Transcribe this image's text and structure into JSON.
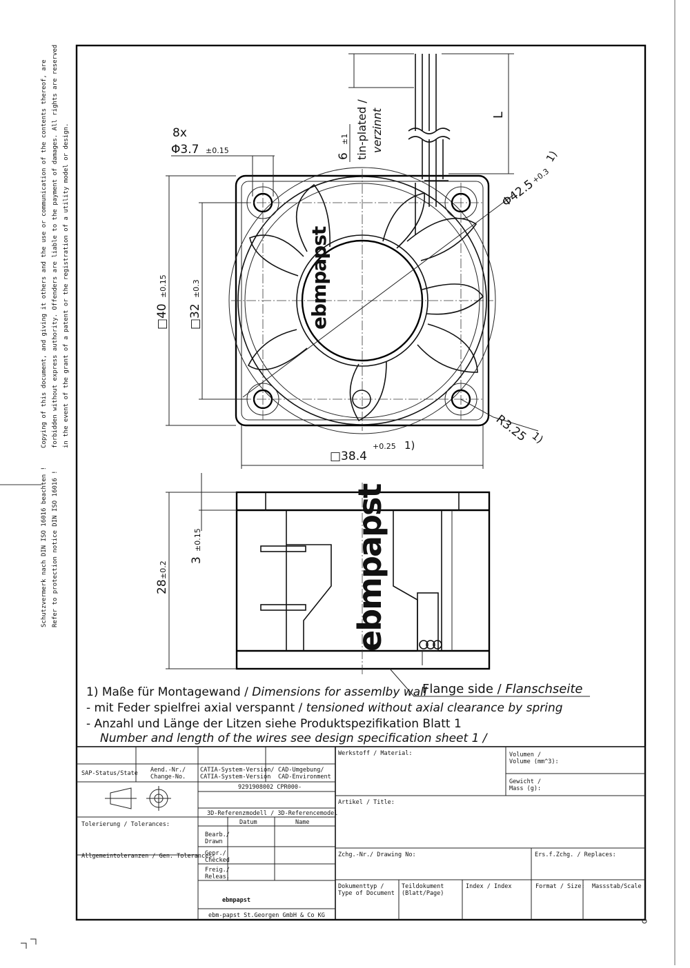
{
  "side_notes": {
    "copyright_lines": [
      "Copying of this document, and giving it others and the use or communication of the contents thereof, are",
      "forbidden without express authority. Offenders are liable to the payment of damages. All rights are reserved",
      "in the event of the grant of a patent or the registration of a utility model or design."
    ],
    "protection_lines": [
      "Schutzvermerk nach DIN ISO 16016 beachten !",
      "Refer to protection notice DIN ISO 16016 !"
    ]
  },
  "top_view": {
    "hole_count": "8x",
    "hole_dia": "Φ3.7",
    "hole_tol": "±0.15",
    "tin_plated_len": "6",
    "tin_plated_tol": "±1",
    "tin_plated_label": "tin-plated /",
    "tin_plated_label_de": "verzinnt",
    "wire_length": "L",
    "outer_dia": "Φ42.5",
    "outer_dia_tol": "+0.3",
    "outer_dia_note": "1)",
    "square_outer": "□40",
    "square_outer_tol": "±0.15",
    "square_pitch": "□32",
    "square_pitch_tol": "±0.3",
    "flange_width": "□38.4",
    "flange_width_tol": "+0.25",
    "flange_width_note": "1)",
    "radius": "R3.25",
    "radius_note": "1)",
    "brand": "ebmpapst"
  },
  "side_view": {
    "height": "28",
    "height_tol": "±0.2",
    "flange": "3",
    "flange_tol": "±0.15",
    "brand": "ebmpapst",
    "flange_side_label": "Flange side /",
    "flange_side_label_de": "Flanschseite"
  },
  "notes": {
    "n1_de": "1) Maße für Montagewand /",
    "n1_en": "Dimensions for assemlby wall",
    "n2_de": "-  mit Feder spielfrei axial verspannt /",
    "n2_en": "tensioned without axial clearance by spring",
    "n3_de": "-  Anzahl und Länge der Litzen siehe Produktspezifikation Blatt 1",
    "n3_en": "Number and length of the wires see design specification sheet 1 /"
  },
  "title_block": {
    "sap_status": "SAP-Status/State",
    "aend_nr_1": "Aend.-Nr./",
    "aend_nr_2": "Change-No.",
    "catia_1": "CATIA-System-Version/",
    "catia_2": "CATIA-System-Version",
    "cad_env_1": "CAD-Umgebung/",
    "cad_env_2": "CAD-Environment",
    "ref_number": "9291908002 CPR000-",
    "ref_model": "3D-Referenzmodell / 3D-Referencemodel",
    "tolerances": "Tolerierung / Tolerances:",
    "gen_tolerances": "Allgemeintoleranzen / Gen. Tolerances:",
    "datum": "Datum",
    "name": "Name",
    "drawn_1": "Bearb./",
    "drawn_2": "Drawn",
    "checked_1": "Gepr./",
    "checked_2": "Checked",
    "release_1": "Freig./",
    "release_2": "Releas.",
    "logo": "ebmpapst",
    "company": "ebm-papst St.Georgen GmbH & Co KG",
    "material": "Werkstoff / Material:",
    "volume_1": "Volumen /",
    "volume_2": "Volume (mm^3):",
    "weight_1": "Gewicht /",
    "weight_2": "Mass (g):",
    "article": "Artikel / Title:",
    "drawing_no": "Zchg.-Nr./ Drawing No:",
    "replaces": "Ers.f.Zchg. / Replaces:",
    "doc_type_1": "Dokumenttyp /",
    "doc_type_2": "Type of Document",
    "part_doc_1": "Teildokument",
    "part_doc_2": "(Blatt/Page)",
    "index": "Index / Index",
    "format": "Format / Size:",
    "scale": "Massstab/Scale"
  }
}
